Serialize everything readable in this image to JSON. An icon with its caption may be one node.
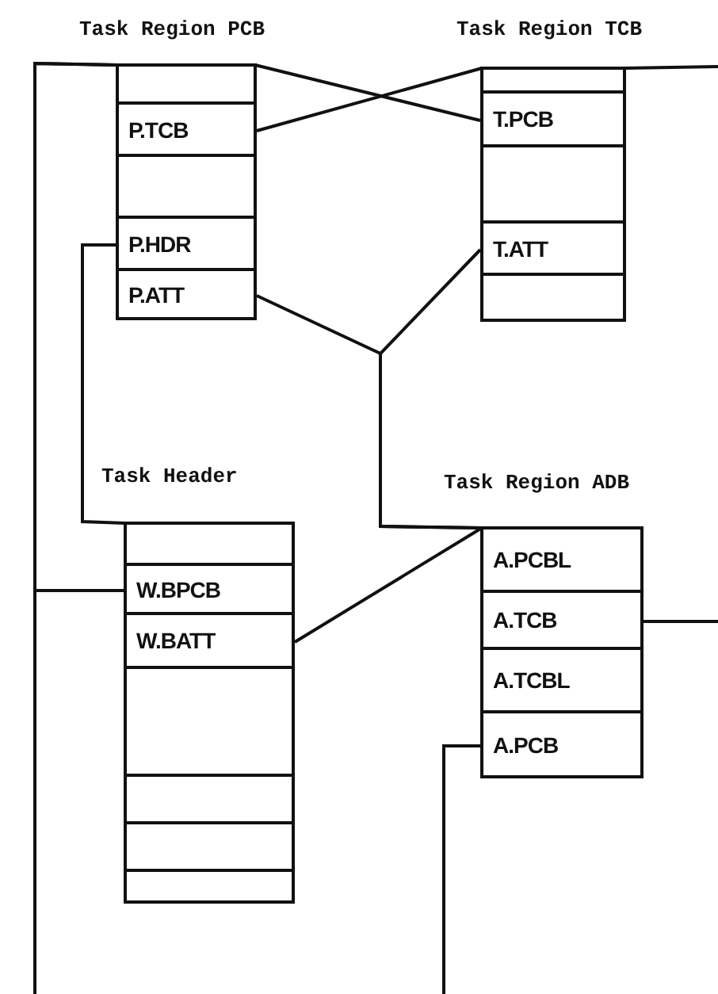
{
  "diagram": {
    "nodes": [
      {
        "text": [
          "Task Region PCB"
        ]
      },
      {
        "text": [],
        "shape": "box",
        "in": 0
      },
      {
        "text": [
          "P.TCB"
        ],
        "in": 0
      },
      {
        "text": [],
        "shape": "box",
        "in": 0
      },
      {
        "text": [
          "P.HDR"
        ],
        "in": 0
      },
      {
        "text": [
          "P.ATT"
        ],
        "in": 0
      },
      {
        "text": [
          "Task Region TCB"
        ]
      },
      {
        "text": [],
        "shape": "box",
        "in": 6
      },
      {
        "text": [
          "T.PCB"
        ],
        "in": 6
      },
      {
        "text": [],
        "shape": "box",
        "in": 6
      },
      {
        "text": [
          "T.ATT"
        ],
        "in": 6
      },
      {
        "text": [],
        "shape": "box",
        "in": 6
      },
      {
        "text": [
          "Task Header"
        ]
      },
      {
        "text": [],
        "shape": "box",
        "in": 12
      },
      {
        "text": [
          "W.BPCB"
        ],
        "in": 12
      },
      {
        "text": [
          "W.BATT"
        ],
        "in": 12
      },
      {
        "text": [],
        "shape": "box",
        "in": 12
      },
      {
        "text": [],
        "shape": "box",
        "in": 12
      },
      {
        "text": [],
        "shape": "box",
        "in": 12
      },
      {
        "text": [],
        "shape": "box",
        "in": 12
      },
      {
        "text": [
          "Task Region ADB"
        ]
      },
      {
        "text": [
          "A.PCBL"
        ],
        "in": 20
      },
      {
        "text": [
          "A.TCB"
        ],
        "in": 20
      },
      {
        "text": [
          "A.TCBL"
        ],
        "in": 20
      },
      {
        "text": [
          "A.PCB"
        ],
        "in": 20
      }
    ],
    "edges": [
      {
        "from": 8,
        "to": 1,
        "arrow": "none"
      },
      {
        "from": 2,
        "to": 7,
        "arrow": "none"
      },
      {
        "from": null,
        "to": 7,
        "arrow": "none"
      },
      {
        "from": 14,
        "to": 1,
        "arrow": "none"
      },
      {
        "from": null,
        "to": 1,
        "arrow": "none"
      },
      {
        "from": 4,
        "to": 13,
        "arrow": "none"
      },
      {
        "from": 5,
        "to": 21,
        "arrow": "none"
      },
      {
        "from": 10,
        "to": 21,
        "arrow": "none"
      },
      {
        "from": 15,
        "to": 21,
        "arrow": "none"
      },
      {
        "from": 22,
        "to": null,
        "arrow": "none"
      },
      {
        "from": 24,
        "to": null,
        "arrow": "none"
      }
    ]
  }
}
